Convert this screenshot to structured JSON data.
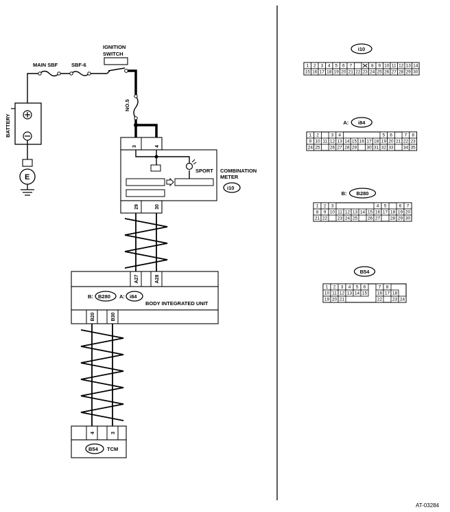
{
  "labels": {
    "main_sbf": "MAIN SBF",
    "sbf6": "SBF-6",
    "ign_1": "IGNITION",
    "ign_2": "SWITCH",
    "no5": "NO.5",
    "battery": "BATTERY",
    "ground_e": "E",
    "sport": "SPORT",
    "combo_1": "COMBINATION",
    "combo_2": "METER",
    "biu": "BODY INTEGRATED UNIT",
    "tcm": "TCM",
    "conn_a_prefix": "A:",
    "conn_b_prefix": "B:",
    "footer": "AT-03284"
  },
  "connector_tags": {
    "combo_meter": "i10",
    "biu_b": "B280",
    "biu_a": "i84",
    "tcm": "B54"
  },
  "pins": {
    "meter_top_left": "3",
    "meter_top_right": "4",
    "meter_bot_left": "29",
    "meter_bot_right": "30",
    "biu_top_left": "A27",
    "biu_top_right": "A28",
    "biu_bot_left": "B20",
    "biu_bot_right": "B30",
    "tcm_left": "4",
    "tcm_right": "3"
  },
  "connector_views": {
    "i10": {
      "title": "i10",
      "row1": [
        "1",
        "2",
        "3",
        "4",
        "5",
        "6",
        "7",
        "",
        "X",
        "8",
        "9",
        "10",
        "11",
        "12",
        "13",
        "14"
      ],
      "row2": [
        "15",
        "16",
        "17",
        "18",
        "19",
        "20",
        "21",
        "22",
        "23",
        "24",
        "25",
        "26",
        "27",
        "28",
        "29",
        "30"
      ]
    },
    "i84": {
      "prefix": "A:",
      "title": "i84",
      "row1": [
        "1",
        "2",
        "",
        "3",
        "4",
        "",
        "",
        "",
        "",
        "",
        "5",
        "6",
        "",
        "7",
        "8"
      ],
      "row2": [
        "9",
        "10",
        "11",
        "12",
        "13",
        "14",
        "15",
        "16",
        "17",
        "18",
        "19",
        "20",
        "21",
        "22",
        "23"
      ],
      "row3": [
        "24",
        "25",
        "",
        "26",
        "27",
        "28",
        "29",
        "",
        "30",
        "31",
        "32",
        "33",
        "",
        "34",
        "35"
      ]
    },
    "B280": {
      "prefix": "B:",
      "title": "B280",
      "row1": [
        "1",
        "2",
        "3",
        "",
        "",
        "",
        "",
        "",
        "4",
        "5",
        "",
        "6",
        "7"
      ],
      "row2": [
        "8",
        "9",
        "10",
        "11",
        "12",
        "13",
        "14",
        "15",
        "16",
        "17",
        "18",
        "19",
        "20"
      ],
      "row3": [
        "21",
        "22",
        "",
        "23",
        "24",
        "25",
        "",
        "26",
        "27",
        "",
        "28",
        "29",
        "30"
      ]
    },
    "B54": {
      "title": "B54",
      "row1": [
        "1",
        "2",
        "3",
        "4",
        "5",
        "6",
        "",
        "7",
        "8"
      ],
      "row2": [
        "10",
        "11",
        "12",
        "13",
        "14",
        "15",
        "",
        "16",
        "17",
        "18"
      ],
      "row3": [
        "19",
        "20",
        "21",
        "",
        "",
        "",
        "",
        "22",
        "",
        "23",
        "24"
      ]
    }
  }
}
